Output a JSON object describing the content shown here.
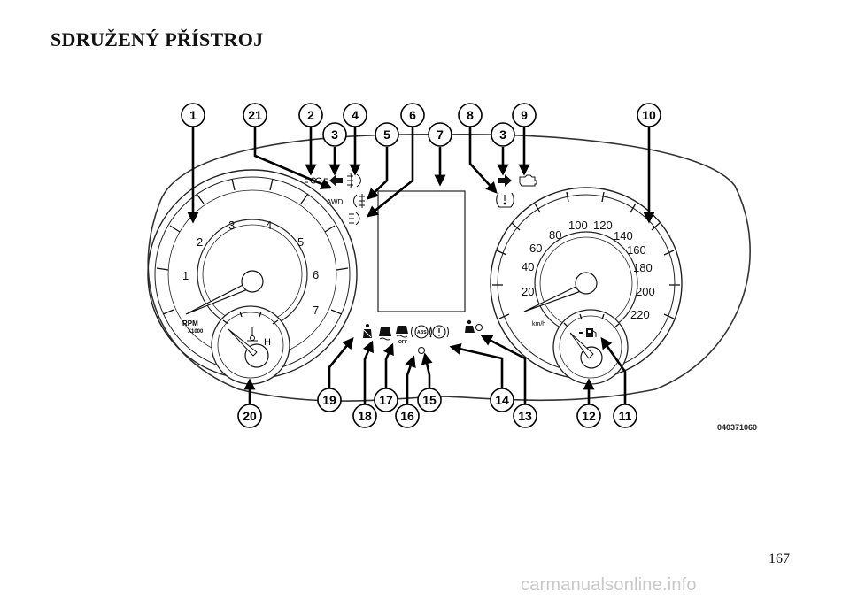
{
  "page": {
    "title": "SDRUŽENÝ PŘÍSTROJ",
    "page_number": "167",
    "watermark": "carmanualsonline.info"
  },
  "figure": {
    "id": "040371060",
    "tachometer": {
      "unit_label": "RPM",
      "multiplier_label": "X1000",
      "scale_labels": [
        "1",
        "2",
        "3",
        "4",
        "5",
        "6",
        "7"
      ]
    },
    "temperature_gauge": {
      "hot_label": "H"
    },
    "speedometer": {
      "unit_label": "km/h",
      "scale_labels": [
        "20",
        "40",
        "60",
        "80",
        "100",
        "120",
        "140",
        "160",
        "180",
        "200",
        "220"
      ]
    },
    "indicator_text": {
      "awd": "AWD",
      "esc_off": "OFF"
    },
    "callouts": [
      "1",
      "2",
      "3",
      "4",
      "5",
      "6",
      "7",
      "8",
      "3",
      "9",
      "10",
      "21",
      "11",
      "12",
      "13",
      "14",
      "15",
      "16",
      "17",
      "18",
      "19",
      "20"
    ],
    "icons": [
      "parking-lights-icon",
      "turn-left-icon",
      "front-fog-icon",
      "rear-fog-icon",
      "high-beam-icon",
      "tire-pressure-icon",
      "turn-right-icon",
      "check-engine-icon",
      "seatbelt-icon",
      "esc-icon",
      "esc-off-icon",
      "abs-icon",
      "brake-warning-icon",
      "cruise-indicator-icon",
      "airbag-icon",
      "fuel-pump-icon",
      "coolant-temp-icon"
    ]
  }
}
